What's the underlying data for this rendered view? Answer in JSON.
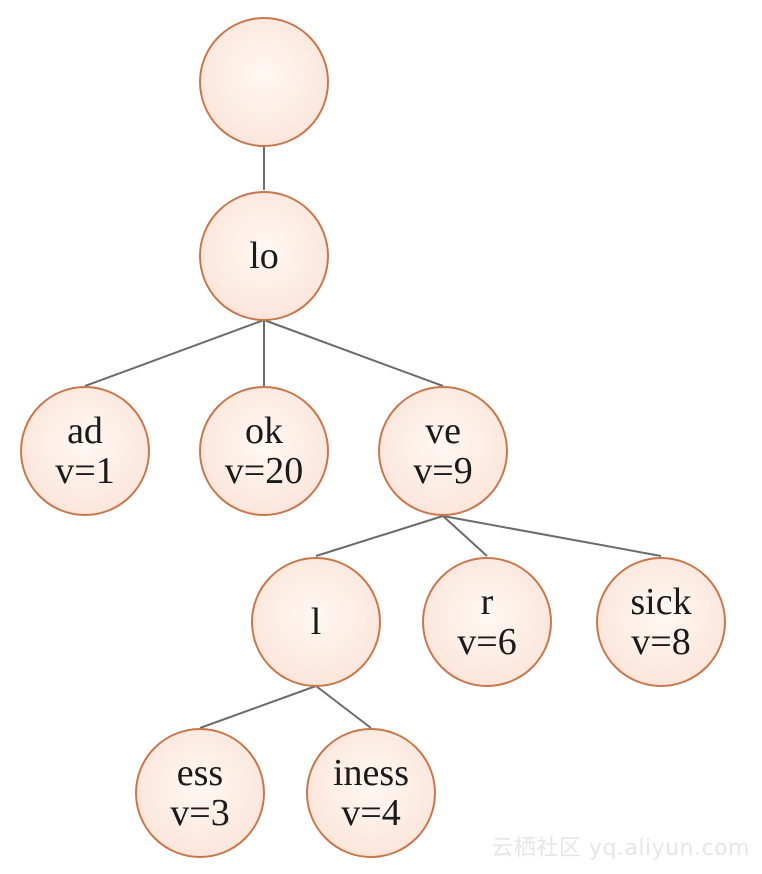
{
  "diagram": {
    "nodes": [
      {
        "id": "root",
        "lines": []
      },
      {
        "id": "lo",
        "lines": [
          "lo"
        ]
      },
      {
        "id": "ad",
        "lines": [
          "ad",
          "v=1"
        ]
      },
      {
        "id": "ok",
        "lines": [
          "ok",
          "v=20"
        ]
      },
      {
        "id": "ve",
        "lines": [
          "ve",
          "v=9"
        ]
      },
      {
        "id": "l",
        "lines": [
          "l"
        ]
      },
      {
        "id": "r",
        "lines": [
          "r",
          "v=6"
        ]
      },
      {
        "id": "sick",
        "lines": [
          "sick",
          "v=8"
        ]
      },
      {
        "id": "ess",
        "lines": [
          "ess",
          "v=3"
        ]
      },
      {
        "id": "iness",
        "lines": [
          "iness",
          "v=4"
        ]
      }
    ],
    "edges": [
      [
        "root",
        "lo"
      ],
      [
        "lo",
        "ad"
      ],
      [
        "lo",
        "ok"
      ],
      [
        "lo",
        "ve"
      ],
      [
        "ve",
        "l"
      ],
      [
        "ve",
        "r"
      ],
      [
        "ve",
        "sick"
      ],
      [
        "l",
        "ess"
      ],
      [
        "l",
        "iness"
      ]
    ],
    "colors": {
      "node_fill_center": "#fff8f3",
      "node_fill_edge": "#fbe4d8",
      "node_stroke": "#c8774d",
      "edge": "#6b6b6b"
    }
  },
  "watermark": "云栖社区 yq.aliyun.com"
}
